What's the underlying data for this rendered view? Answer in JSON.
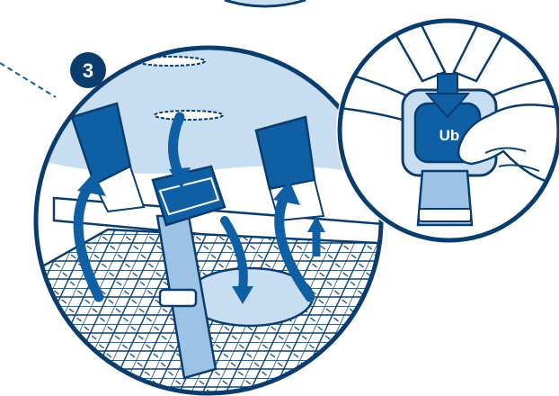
{
  "diagram": {
    "step_number": "3",
    "buckle_logo_text": "Ub",
    "colors": {
      "outline": "#0a3d6e",
      "strap_blue": "#0e5fa3",
      "light_blue": "#c7ddf2",
      "strap_light": "#9cc3e6",
      "white": "#ffffff"
    },
    "icons": [
      "step-badge",
      "dashed-leader-line",
      "insert-arrow-icon",
      "press-down-arrow-icon",
      "buckle-logo-icon"
    ]
  }
}
